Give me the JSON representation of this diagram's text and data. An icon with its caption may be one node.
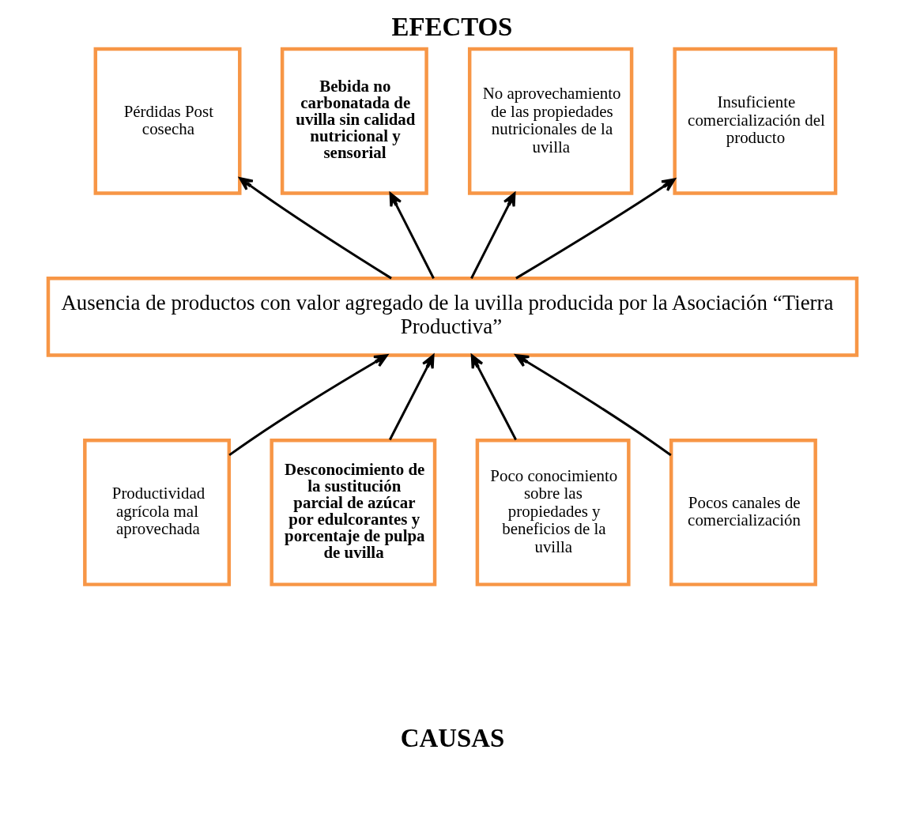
{
  "diagram": {
    "title": "EFECTOS",
    "nodes": [
      {
        "text": [
          "Pérdidas Post cosecha"
        ]
      },
      {
        "text": [
          "Bebida no carbonatada de uvilla sin calidad nutricional y sensorial"
        ]
      },
      {
        "text": [
          "No aprovechamiento de las propiedades nutricionales de la uvilla"
        ]
      },
      {
        "text": [
          "Insuficiente comercialización del producto"
        ]
      },
      {
        "text": [
          "Ausencia de productos con valor agregado de la uvilla producida por la Asociación “Tierra Productiva”"
        ]
      },
      {
        "text": [
          "Productividad agrícola mal aprovechada"
        ]
      },
      {
        "text": [
          "Desconocimiento de la sustitución parcial de azúcar por edulcorantes y porcentaje de pulpa de uvilla"
        ]
      },
      {
        "text": [
          "Poco conocimiento sobre las propiedades y beneficios de la uvilla"
        ]
      },
      {
        "text": [
          "Pocos canales de comercialización"
        ]
      }
    ],
    "edges": [
      {
        "from": 4,
        "to": 0,
        "arrow": "to"
      },
      {
        "from": 4,
        "to": 1,
        "arrow": "to"
      },
      {
        "from": 4,
        "to": 2,
        "arrow": "to"
      },
      {
        "from": 4,
        "to": 3,
        "arrow": "to"
      },
      {
        "from": 5,
        "to": 4,
        "arrow": "to"
      },
      {
        "from": 6,
        "to": 4,
        "arrow": "to"
      },
      {
        "from": 7,
        "to": 4,
        "arrow": "to"
      },
      {
        "from": 8,
        "to": 4,
        "arrow": "to"
      }
    ],
    "labels": [
      "CAUSAS"
    ]
  }
}
